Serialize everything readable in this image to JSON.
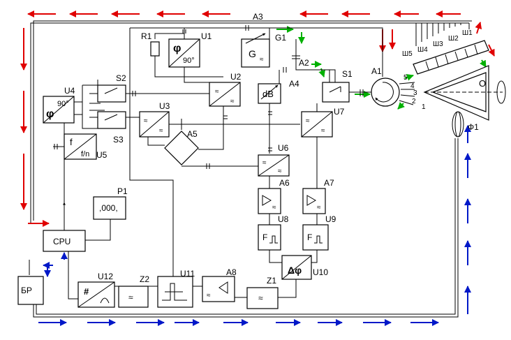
{
  "colors": {
    "red_arrow": "#e00000",
    "blue_arrow": "#0018c8",
    "green_arrow": "#00b000",
    "line": "#000000"
  },
  "labels": {
    "A1": "A1",
    "A2": "A2",
    "A3": "A3",
    "A4": "A4",
    "A5": "A5",
    "A6": "A6",
    "A7": "A7",
    "A8": "A8",
    "U1": "U1",
    "U2": "U2",
    "U3": "U3",
    "U4": "U4",
    "U5": "U5",
    "U6": "U6",
    "U7": "U7",
    "U8": "U8",
    "U9": "U9",
    "U10": "U10",
    "U11": "U11",
    "U12": "U12",
    "S1": "S1",
    "S2": "S2",
    "S3": "S3",
    "R1": "R1",
    "G1": "G1",
    "P1": "P1",
    "Z1": "Z1",
    "Z2": "Z2",
    "F1": "Ф1",
    "O": "O",
    "Sh1": "Ш1",
    "Sh2": "Ш2",
    "Sh3": "Ш3",
    "Sh4": "Ш4",
    "Sh5": "Ш5"
  },
  "blocks": {
    "cpu": "CPU",
    "br": "БР",
    "g1_symbol": "G",
    "a4_text": "dB",
    "p1_display": ",000,",
    "u1_phi": "φ",
    "u1_deg": "90°",
    "u4_phi": "φ",
    "u4_deg": "90°",
    "u5_f": "f",
    "u5_fn": "f/n",
    "u8_text": "F",
    "u9_text": "F",
    "u10_text": "Δφ"
  },
  "a1_ports": [
    "1",
    "2",
    "3",
    "4",
    "5"
  ]
}
